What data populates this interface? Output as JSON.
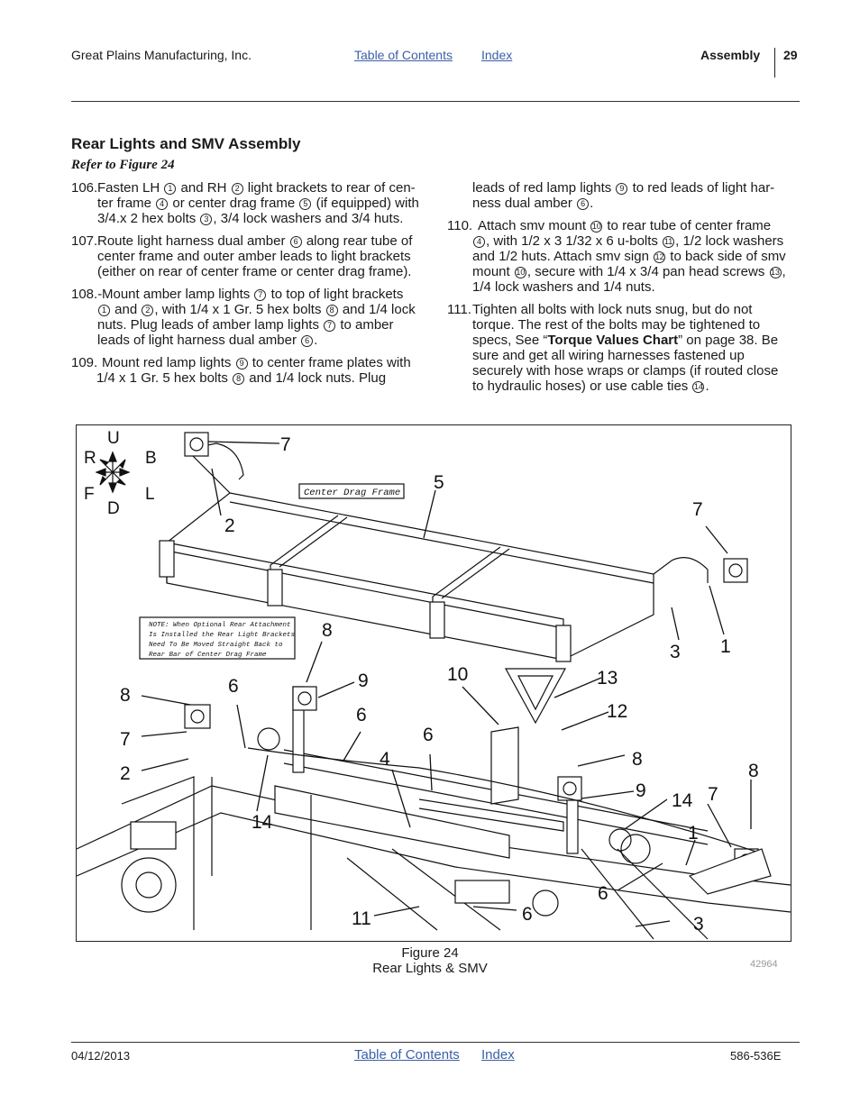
{
  "header": {
    "company": "Great Plains Manufacturing, Inc.",
    "toc_link": "Table of Contents",
    "index_link": "Index",
    "section": "Assembly",
    "page": "29"
  },
  "section": {
    "title": "Rear Lights and SMV Assembly",
    "refer": "Refer to Figure 24"
  },
  "steps": {
    "s106": {
      "num": "106.",
      "a": "Fasten LH",
      "c1": "1",
      "b": "and RH",
      "c2": "2",
      "c": "light brackets to rear of cen-",
      "d": "ter frame",
      "c3": "4",
      "e": "or center drag frame",
      "c4": "5",
      "f": "(if equipped) with",
      "g": "3/4.x 2 hex bolts",
      "c5": "3",
      "h": ", 3/4 lock washers and 3/4 huts."
    },
    "s107": {
      "num": "107.",
      "a": "Route light harness dual amber",
      "c1": "6",
      "b": "along rear tube of",
      "l2": "center frame and outer amber leads to light brackets",
      "l3": "(either on rear of center frame or center drag frame)."
    },
    "s108": {
      "num": "108.-",
      "a": "Mount amber lamp lights",
      "c1": "7",
      "b": "to top of light brackets",
      "c2": "1",
      "c": "and",
      "c3": "2",
      "d": ", with 1/4 x 1 Gr. 5 hex bolts",
      "c4": "8",
      "e": "and 1/4 lock",
      "l3": "nuts. Plug leads of amber lamp lights",
      "c5": "7",
      "f": "to amber",
      "g": "leads of light harness dual amber",
      "c6": "6",
      "h": "."
    },
    "s109": {
      "num": "109.",
      "a": "Mount red lamp lights",
      "c1": "9",
      "b": "to center frame plates with",
      "c": "1/4 x 1 Gr. 5 hex bolts",
      "c2": "8",
      "d": "and 1/4 lock nuts. Plug",
      "e": "leads of red lamp lights",
      "c3": "9",
      "f": "to red leads of light har-",
      "g": "ness dual amber",
      "c4": "6",
      "h": "."
    },
    "s110": {
      "num": "110.",
      "a": "Attach smv mount",
      "c1": "10",
      "b": "to rear tube of center frame",
      "c2": "4",
      "c": ", with 1/2 x 3 1/32 x 6 u-bolts",
      "c3": "11",
      "d": ", 1/2 lock washers",
      "e": "and 1/2 huts. Attach smv sign",
      "c4": "12",
      "f": "to back side of smv",
      "g": "mount",
      "c5": "10",
      "h": ", secure with 1/4 x 3/4 pan head screws",
      "c6": "13",
      "i": ",",
      "j": "1/4 lock washers and 1/4 nuts."
    },
    "s111": {
      "num": "111.",
      "a": "Tighten all bolts with lock nuts snug, but do not",
      "b": "torque. The rest of the bolts may be tightened to",
      "c": "specs, See “",
      "bold": "Torque Values Chart",
      "d": "” on page 38. Be",
      "e": "sure and get all wiring harnesses fastened up",
      "f": "securely with hose wraps or clamps (if routed close",
      "g": "to hydraulic hoses) or use cable ties",
      "c1": "14",
      "h": "."
    }
  },
  "figure": {
    "directions": {
      "up": "U",
      "down": "D",
      "right": "R",
      "back": "B",
      "front": "F",
      "left": "L"
    },
    "frame_label": "Center Drag Frame",
    "note_lines": [
      "NOTE: When Optional Rear Attachment",
      "Is Installed the Rear Light Brackets",
      "Need To Be Moved Straight Back to",
      "Rear Bar of Center Drag Frame"
    ],
    "callouts": {
      "c7a": "7",
      "c5": "5",
      "c2a": "2",
      "c7b": "7",
      "c3a": "3",
      "c1a": "1",
      "c8a": "8",
      "c9a": "9",
      "c6a": "6",
      "c10": "10",
      "c13": "13",
      "c12": "12",
      "c8b": "8",
      "c7c": "7",
      "c2b": "2",
      "c6b": "6",
      "c6c": "6",
      "c4": "4",
      "c8c": "8",
      "c8d": "8",
      "c9b": "9",
      "c14a": "14",
      "c7d": "7",
      "c14b": "14",
      "c1b": "1",
      "c6d": "6",
      "c11": "11",
      "c6e": "6",
      "c3b": "3"
    },
    "caption_line1": "Figure 24",
    "caption_line2": "Rear Lights & SMV",
    "drawing_number": "42964"
  },
  "footer": {
    "date": "04/12/2013",
    "toc_link": "Table of Contents",
    "index_link": "Index",
    "doc_number": "586-536E"
  }
}
